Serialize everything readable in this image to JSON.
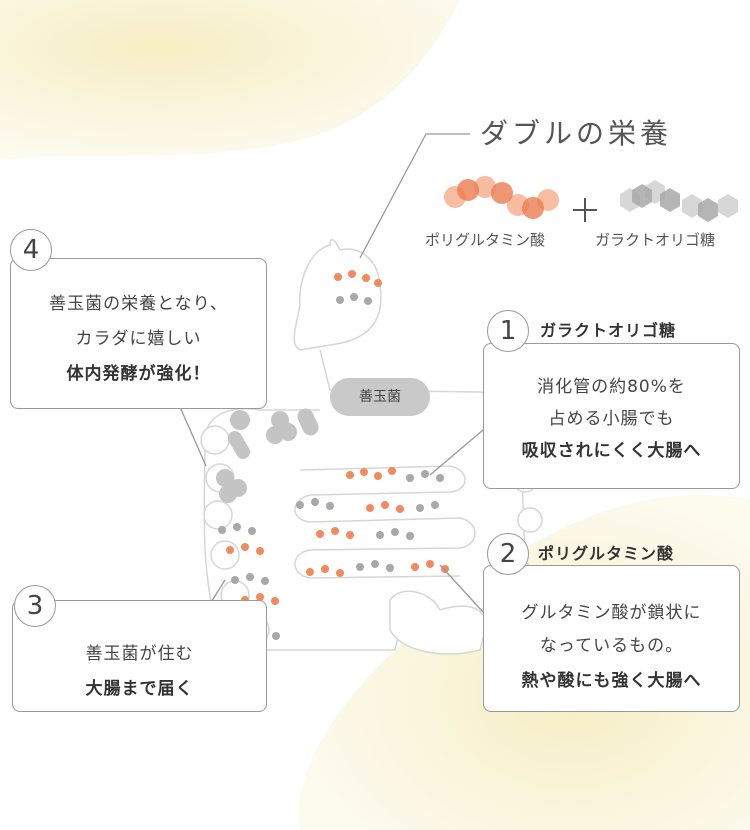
{
  "title": "ダブルの栄養",
  "molecules": {
    "left_label": "ポリグルタミン酸",
    "plus": "+",
    "right_label": "ガラクトオリゴ糖"
  },
  "bubble": "善玉菌",
  "callouts": [
    {
      "number": "4",
      "lines": [
        "善玉菌の栄養となり、",
        "カラダに嬉しい",
        "体内発酵が強化！"
      ]
    },
    {
      "number": "1",
      "tag": "ガラクトオリゴ糖",
      "lines": [
        "消化管の約80%を",
        "占める小腸でも",
        "吸収されにくく大腸へ"
      ]
    },
    {
      "number": "2",
      "tag": "ポリグルタミン酸",
      "lines": [
        "グルタミン酸が鎖状に",
        "なっているもの。",
        "熱や酸にも強く大腸へ"
      ]
    },
    {
      "number": "3",
      "lines": [
        "善玉菌が住む",
        "大腸まで届く"
      ]
    }
  ],
  "colors": {
    "orange": "#ee8a5e",
    "orange_light": "#f6b895",
    "gray": "#a8a8a8",
    "gray_light": "#d2d2d2",
    "yellow_bg": "#f8f0c8"
  }
}
